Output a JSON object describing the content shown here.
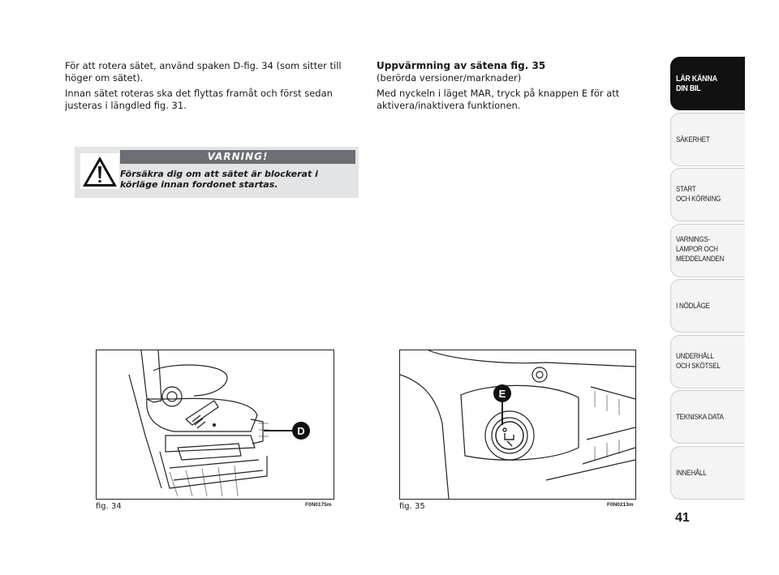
{
  "left_column": {
    "para1": "För att rotera sätet, använd spaken D-fig. 34 (som sitter till höger om sätet).",
    "para2": "Innan sätet roteras ska det flyttas framåt och först sedan justeras i längdled fig. 31."
  },
  "warning": {
    "title": "VARNING!",
    "text": "Försäkra dig om att sätet är blockerat i körläge innan fordonet startas."
  },
  "right_column": {
    "heading": "Uppvärmning av sätena fig. 35",
    "subheading": "(berörda versioner/marknader)",
    "para": "Med nyckeln i läget MAR, tryck på knappen E för att aktivera/inaktivera funktionen."
  },
  "figures": [
    {
      "caption": "fig. 34",
      "code": "F0N0175m",
      "label": "D"
    },
    {
      "caption": "fig. 35",
      "code": "F0N0213m",
      "label": "E"
    }
  ],
  "tabs": [
    {
      "label": "LÄR KÄNNA\nDIN BIL",
      "active": true
    },
    {
      "label": "SÄKERHET",
      "active": false
    },
    {
      "label": "START\nOCH KÖRNING",
      "active": false
    },
    {
      "label": "VARNINGS-\nLAMPOR OCH\nMEDDELANDEN",
      "active": false
    },
    {
      "label": "I NÖDLÄGE",
      "active": false
    },
    {
      "label": "UNDERHÅLL\nOCH SKÖTSEL",
      "active": false
    },
    {
      "label": "TEKNISKA DATA",
      "active": false
    },
    {
      "label": "INNEHÅLL",
      "active": false
    }
  ],
  "page_number": "41",
  "colors": {
    "warning_bar": "#6b6e72",
    "warning_bg": "#e3e4e5",
    "active_tab": "#111111"
  }
}
